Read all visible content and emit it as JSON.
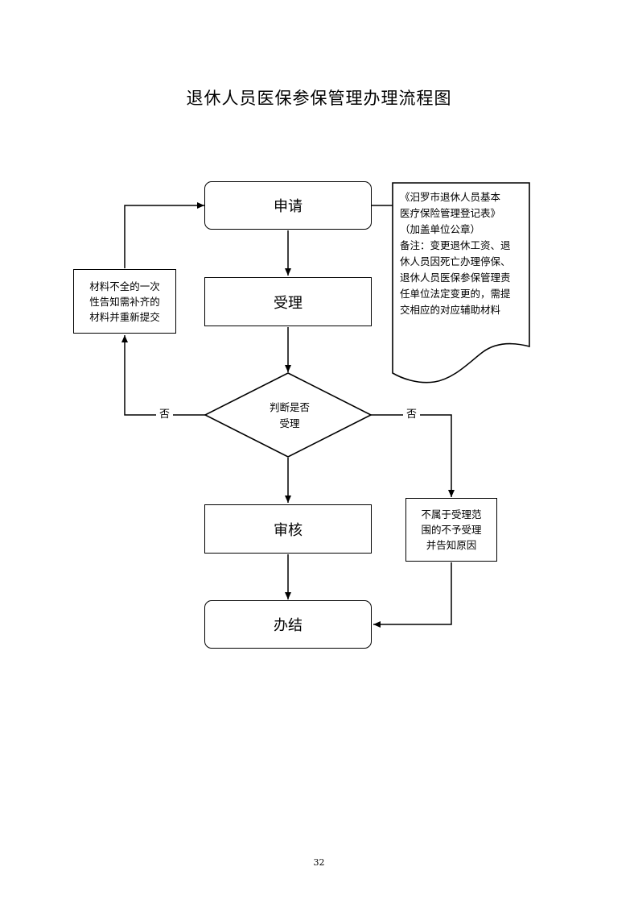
{
  "title": "退休人员医保参保管理办理流程图",
  "nodes": {
    "apply": "申请",
    "accept": "受理",
    "decision": [
      "判断是否",
      "受理"
    ],
    "review": "审核",
    "complete": "办结",
    "incomplete": [
      "材料不全的一次",
      "性告知需补齐的",
      "材料并重新提交"
    ],
    "reject": [
      "不属于受理范",
      "围的不予受理",
      "并告知原因"
    ]
  },
  "document": {
    "lines": [
      "《汨罗市退休人员基本",
      "医疗保险管理登记表》",
      "（加盖单位公章）",
      "备注：变更退休工资、退",
      "休人员因死亡办理停保、",
      "退休人员医保参保管理责",
      "任单位法定变更的，需提",
      "交相应的对应辅助材料"
    ]
  },
  "edge_labels": {
    "left_no": "否",
    "right_no": "否"
  },
  "page_number": "32"
}
